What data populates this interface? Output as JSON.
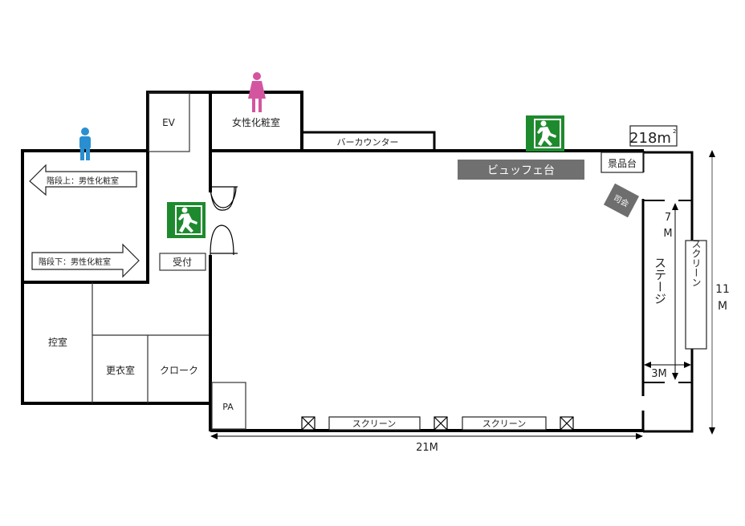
{
  "plan": {
    "area": "218m",
    "area_superscript": "2",
    "colors": {
      "wall": "#000000",
      "male_icon": "#2a8fd0",
      "female_icon": "#d4559f",
      "exit_sign": "#1e8a2e",
      "buffet_table": "#707070",
      "mc_box": "#6e6e6e"
    },
    "rooms": {
      "ev": "EV",
      "womens_powder_room": "女性化粧室",
      "bar_counter": "バーカウンター",
      "buffet_table": "ビュッフェ台",
      "prize_table": "景品台",
      "mc": "司会",
      "reception": "受付",
      "waiting_room": "控室",
      "changing_room": "更衣室",
      "cloak": "クローク",
      "pa": "PA",
      "stage": "ステージ",
      "side_screen": "スクリーン",
      "bottom_screens": [
        "スクリーン",
        "スクリーン"
      ]
    },
    "arrows": {
      "upstairs": "階段上：男性化粧室",
      "downstairs": "階段下：男性化粧室"
    },
    "dimensions": {
      "width": "21M",
      "height_num": "11",
      "height_unit": "M",
      "stage_length_num": "7",
      "stage_length_unit": "M",
      "stage_depth": "3M"
    },
    "icons": [
      "male-restroom-icon",
      "female-restroom-icon",
      "emergency-exit-icon",
      "emergency-exit-icon",
      "pillar-icon"
    ]
  }
}
